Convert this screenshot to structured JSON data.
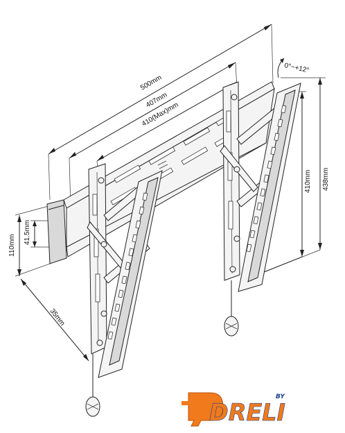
{
  "dimensions": {
    "overall_width": "500mm",
    "hole_span": "407mm",
    "max_span": "410(Max)mm",
    "tilt": "0°~+12°",
    "bracket_height": "410mm",
    "overall_height": "438mm",
    "plate_height": "110mm",
    "plate_inner": "41.5mm",
    "depth": "35mm"
  },
  "logo": {
    "text": "DRELI",
    "by": "BY",
    "colors": {
      "orange": "#f07a1c",
      "blue": "#1a3f8f"
    }
  }
}
